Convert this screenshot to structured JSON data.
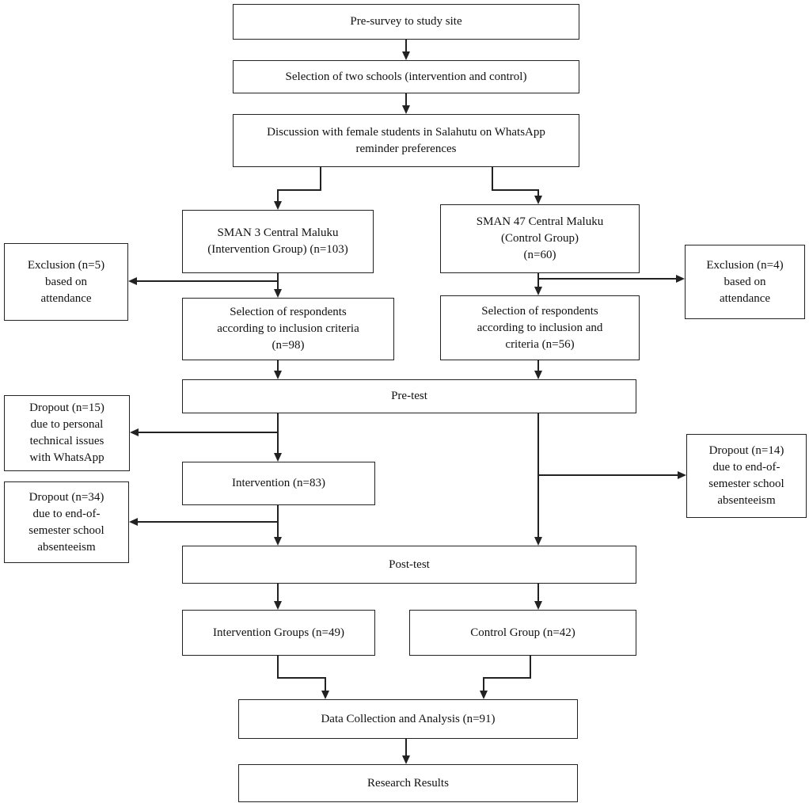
{
  "nodes": {
    "presurvey": [
      "Pre-survey to study site"
    ],
    "selection": [
      "Selection of two schools (intervention and control)"
    ],
    "discussion": [
      "Discussion with female students in Salahutu on WhatsApp",
      "reminder preferences"
    ],
    "sman3": [
      "SMAN 3 Central Maluku",
      "(Intervention Group) (n=103)"
    ],
    "sman47": [
      "SMAN 47 Central Maluku",
      "(Control Group)",
      "(n=60)"
    ],
    "exclusion_left": [
      "Exclusion (n=5)",
      "based on",
      "attendance"
    ],
    "exclusion_right": [
      "Exclusion (n=4)",
      "based on",
      "attendance"
    ],
    "select_left": [
      "Selection of respondents",
      "according to inclusion criteria",
      "(n=98)"
    ],
    "select_right": [
      "Selection of respondents",
      "according to inclusion and",
      "criteria (n=56)"
    ],
    "pretest": [
      "Pre-test"
    ],
    "dropout_tech": [
      "Dropout (n=15)",
      "due to personal",
      "technical issues",
      "with WhatsApp"
    ],
    "intervention": [
      "Intervention (n=83)"
    ],
    "dropout_right": [
      "Dropout (n=14)",
      "due to end-of-",
      "semester school",
      "absenteeism"
    ],
    "dropout_abs": [
      "Dropout (n=34)",
      "due to end-of-",
      "semester school",
      "absenteeism"
    ],
    "posttest": [
      "Post-test"
    ],
    "intervention_groups": [
      "Intervention Groups (n=49)"
    ],
    "control_group": [
      "Control Group (n=42)"
    ],
    "data_collection": [
      "Data Collection and Analysis (n=91)"
    ],
    "results": [
      "Research Results"
    ]
  }
}
